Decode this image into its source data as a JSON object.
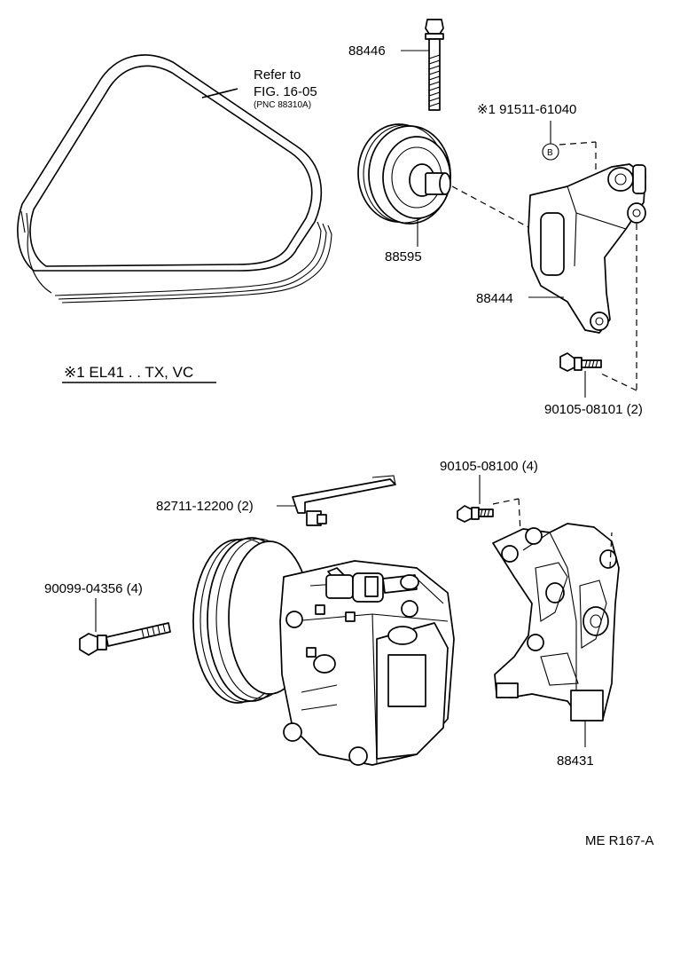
{
  "labels": {
    "belt_ref_line1": "Refer to",
    "belt_ref_line2": "FIG. 16-05",
    "belt_ref_line3": "(PNC 88310A)",
    "part_88446": "88446",
    "part_91511": "※1 91511-61040",
    "callout_b": "B",
    "part_88595": "88595",
    "part_88444": "88444",
    "note_1": "※1 EL41 . . TX, VC",
    "part_90105_08101": "90105-08101 (2)",
    "part_90105_08100": "90105-08100 (4)",
    "part_82711": "82711-12200 (2)",
    "part_90099": "90099-04356 (4)",
    "part_88431": "88431",
    "figure_code": "ME R167-A"
  }
}
